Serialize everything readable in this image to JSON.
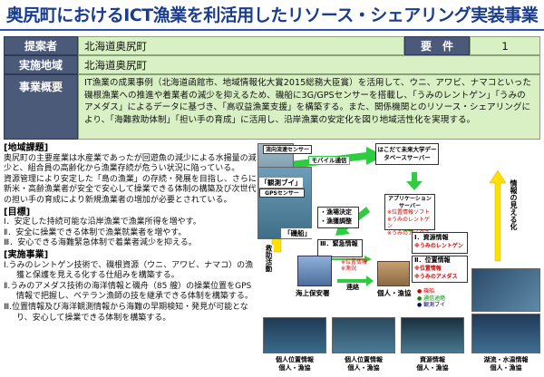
{
  "title": "奥尻町におけるICT漁業を利活用したリソース・シェアリング実装事業",
  "header": {
    "proposer_label": "提案者",
    "proposer_value": "北海道奥尻町",
    "requirement_label": "要　件",
    "requirement_value": "1",
    "region_label": "実施地域",
    "region_value": "北海道奥尻町",
    "outline_label": "事業概要",
    "outline_text": "IT漁業の成果事例（北海道函館市、地域情報化大賞2015総務大臣賞）を活用して、ウニ、アワビ、ナマコといった磯根漁業への推進や着業者の減少を抑えるため、磯船に3G/GPSセンサーを搭載し、「うみのレントゲン」「うみのアメダス」によるデータに基づき、「高収益漁業支援」を構築する。また、関係機関とのリソース・シェアリングにより、「海難救助体制」「担い手の育成」に活用し、沿岸漁業の安定化を図り地域活性化を実現する。"
  },
  "left": {
    "issues_heading": "[地域課題]",
    "issues_p1": "奥尻町の主要産業は水産業であったが回遊魚の減少による水揚量の減少と、組合員の高齢化から漁業存続が危うい状況に陥っている。",
    "issues_p2": "資源管理により安定した「島の漁業」の存続・発展を目指し、さらに新米・高齢漁業者が安全で安心して操業できる体制の構築及び次世代の担い手の育成により新規漁業者の増加が必要とされている。",
    "goals_heading": "[目標]",
    "goals": [
      "Ⅰ．安定した持続可能な沿岸漁業で漁業所得を増やす。",
      "Ⅱ．安全に操業できる体制で漁業就業者を増やす。",
      "Ⅲ．安心できる海難緊急体制で着業者減少を抑える。"
    ],
    "plan_heading": "[実施事業]",
    "plans": [
      "Ⅰ.うみのレントゲン技術で、磯根資源（ウニ、アワビ、ナマコ）の漁獲と保護を見える化する仕組みを構築する。",
      "Ⅱ.うみのアメダス技術の海洋情報と磯舟（85 艘）の操業位置をGPS情報で把握し、ベテラン漁師の技を継承できる体制を構築する。",
      "Ⅲ.位置情報及び海洋観測情報から海難の早期検知・発見が可能となり、安心して操業できる体制を構築する。"
    ]
  },
  "diagram": {
    "float_sensor": "流向流速センサー",
    "buoy": "「観測ブイ」",
    "mobile": "モバイル通信",
    "gps_sensor": "GPSセンサー",
    "boat": "「磯船」",
    "rescue": "救助活動",
    "server": "はこだて未来大学データベースサーバー",
    "app_server": "アプリケーションサーバー",
    "app_items": [
      "※位置情報ソフト",
      "※うみのレントゲン",
      "※うみのアメダス"
    ],
    "fishing_decision": "・漁場決定",
    "fishing_adjust": "・漁獲調整",
    "emergency": "Ⅲ．緊急情報",
    "emergency_items": [
      "※位置情報",
      "※漁況"
    ],
    "resource_info": "Ⅰ．資源情報",
    "resource_sub": "※うみのレントゲン",
    "position_info": "Ⅱ．位置情報",
    "position_subs": [
      "※位置情報",
      "※うみのアメダス"
    ],
    "info_visual": "情報の見える化",
    "contact": "連絡",
    "coast_guard": "海上保安署",
    "person_coop": "個人・漁協",
    "legend_items": [
      "● 磯船",
      "● 通信途絶",
      "● 観測ブイ"
    ],
    "bottom_captions": [
      "個人位置情報\n個人・漁協",
      "個人位置情報\n個人・漁協",
      "資源情報\n個人・漁協",
      "湖流・水温情報\n個人・漁協"
    ]
  }
}
